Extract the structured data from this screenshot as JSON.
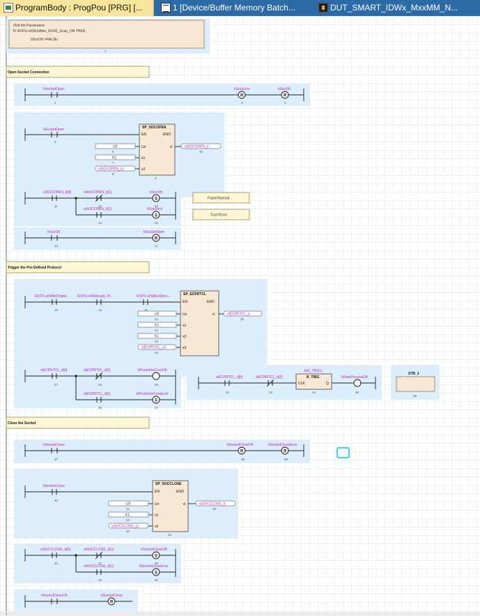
{
  "tabs": [
    {
      "label": "ProgramBody : ProgPou [PRG] [...",
      "icon": "program-icon",
      "active": true
    },
    {
      "label": "1 [Device/Buffer Memory Batch...",
      "icon": "grid-icon",
      "active": false
    },
    {
      "label": "DUT_SMART_IDWx_MxxMM_N...",
      "icon": "dut-icon",
      "active": false
    }
  ],
  "st_header": {
    "lines": [
      "//Init the Parameters",
      "IF RCPU.stSM.bAfter_RUN1_Scan_ON THEN",
      "bSocOK:=FALSE;"
    ],
    "num": "1"
  },
  "sections": [
    {
      "label": "Open Socket Connection"
    },
    {
      "label": "Trigger the Pre-Defined Protocol"
    },
    {
      "label": "Close the Socket"
    }
  ],
  "rung_open": {
    "contact": "bSocketOpen",
    "contact_num": "2",
    "coil1": "bSocError",
    "coil1_sym": "R",
    "coil1_num": "3",
    "coil2": "bSocOK",
    "coil2_sym": "R",
    "coil2_num": "4"
  },
  "fb_socopen": {
    "contact": "bSocketOpen",
    "contact_num": "5",
    "title": "SP_SOCOPEN",
    "en": "EN",
    "eno": "ENO",
    "pins": [
      "Un",
      "s1",
      "s2"
    ],
    "out_pin": "d",
    "inputs": [
      "U0",
      "K1",
      "stSOCOPEN_s2"
    ],
    "input_nums": [
      "6",
      "7",
      "8"
    ],
    "output": "stSOCOPEN_d",
    "output_num": "10",
    "block_num": "9"
  },
  "rung_socopen_result": {
    "c1": "stSOCOPEN_d[0]",
    "c1_num": "11",
    "c2": "stSOCOPEN_d[1]",
    "c2_num": "12",
    "coil1": "bSocOK",
    "coil1_sym": "S",
    "coil1_num": "13",
    "c3": "stSOCOPEN_d[1]",
    "c3_num": "14",
    "coil2": "bSocError",
    "coil2_sym": "S",
    "coil2_num": "15"
  },
  "notes": [
    "False=Normal",
    "True=Error"
  ],
  "rung_socok": {
    "contact": "bSocOK",
    "contact_num": "16",
    "coil": "bSocketOpen",
    "coil_sym": "R",
    "coil_num": "17"
  },
  "fb_ecprtcl": {
    "c1": "RCPU.stSMbCmplet...",
    "c1_num": "18",
    "c2": "RCPU.stSbReady_Pr...",
    "c2_num": "19",
    "c3": "RCPU.stSMb100ms...",
    "c3_num": "20",
    "title": "SP_ECPRTCL",
    "en": "EN",
    "eno": "ENO",
    "pins": [
      "Un",
      "s1",
      "s2",
      "s3"
    ],
    "out_pin": "d",
    "inputs": [
      "U0",
      "K1",
      "K1",
      "stECPRTCL_s3"
    ],
    "input_nums": [
      "21",
      "22",
      "23",
      "24"
    ],
    "output": "stECPRTCL_d",
    "output_num": "26",
    "block_num": "25"
  },
  "rung_ecprtcl_result": {
    "c1": "stECPRTCL_d[0]",
    "c1_num": "27",
    "c2": "stECPRTCL_d[1]",
    "c2_num": "28",
    "coil1": "bPredefineComOK",
    "coil1_num": "29",
    "c3": "stECPRTCL_d[1]",
    "c3_num": "30",
    "coil2": "bPredefineComError",
    "coil2_sym": "S",
    "coil2_num": "31"
  },
  "rung_rtrig": {
    "fb_instance": "fbR_TRIG1",
    "c1": "stECPRTCL_d[0]",
    "c1_num": "32",
    "c2": "stECPRTCL_d[1]",
    "c2_num": "33",
    "title": "R_TRIG",
    "in_pin": "CLK",
    "out_pin": "Q",
    "block_num": "34",
    "coil": "bDataProcessOK",
    "coil_num": "35"
  },
  "st_block": {
    "label": "STB_1",
    "num": "36"
  },
  "rung_close": {
    "contact": "bSocketClose",
    "contact_num": "37",
    "coil1": "bSocketCloseOK",
    "coil1_sym": "R",
    "coil1_num": "38",
    "coil2": "bSocketCloseError",
    "coil2_sym": "R",
    "coil2_num": "39"
  },
  "fb_socclose": {
    "contact": "bSocketClose",
    "contact_num": "40",
    "title": "SP_SOCCLOSE",
    "en": "EN",
    "eno": "ENO",
    "pins": [
      "Un",
      "s1",
      "s2"
    ],
    "out_pin": "d",
    "inputs": [
      "U0",
      "K1",
      "stSOCCLOSE_s2"
    ],
    "input_nums": [
      "41",
      "42",
      "43"
    ],
    "output": "stSOCCLOSE_d",
    "output_num": "45",
    "block_num": "44"
  },
  "rung_socclose_result": {
    "c1": "stSOCCLOSE_d[0]",
    "c1_num": "46",
    "c2": "stSOCCLOSE_d[1]",
    "c2_num": "47",
    "coil1": "bSocketCloseOK",
    "coil1_sym": "S",
    "coil1_num": "48",
    "c3": "stSOCCLOSE_d[1]",
    "c3_num": "49",
    "coil2": "bSocketCloseError",
    "coil2_sym": "S",
    "coil2_num": "50"
  },
  "rung_closeok": {
    "contact": "bSocketCloseOK",
    "coil": "bSocketClose",
    "coil_sym": "R"
  },
  "colors": {
    "tabbar": "#2d6ba8",
    "active_tab": "#f6e59b",
    "rung_bg": "#dceefb",
    "fb_fill": "#f8e8d3",
    "variable": "#c41fc4",
    "section_label": "#fbf6d3",
    "cursor": "#3bd7e6"
  }
}
